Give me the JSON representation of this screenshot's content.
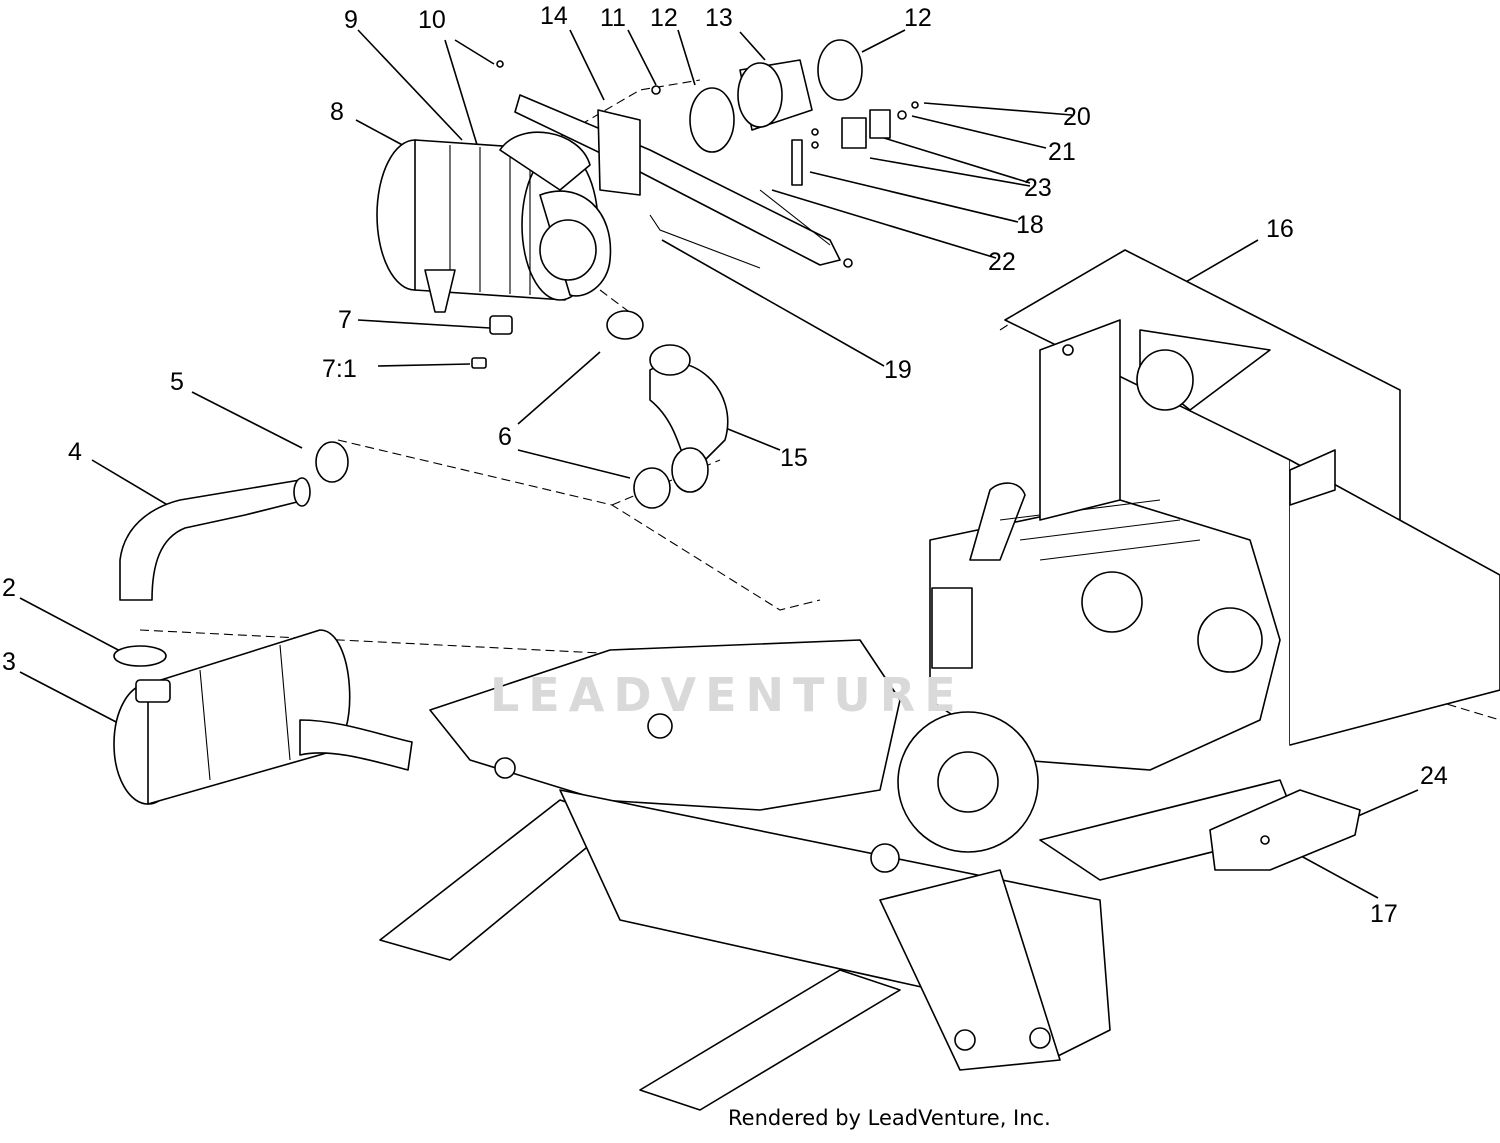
{
  "callouts": [
    {
      "label": "9"
    },
    {
      "label": "10"
    },
    {
      "label": "14"
    },
    {
      "label": "11"
    },
    {
      "label": "12"
    },
    {
      "label": "13"
    },
    {
      "label": "12"
    },
    {
      "label": "8"
    },
    {
      "label": "20"
    },
    {
      "label": "21"
    },
    {
      "label": "23"
    },
    {
      "label": "18"
    },
    {
      "label": "22"
    },
    {
      "label": "16"
    },
    {
      "label": "7"
    },
    {
      "label": "7:1"
    },
    {
      "label": "19"
    },
    {
      "label": "5"
    },
    {
      "label": "4"
    },
    {
      "label": "6"
    },
    {
      "label": "15"
    },
    {
      "label": "2"
    },
    {
      "label": "3"
    },
    {
      "label": "24"
    },
    {
      "label": "17"
    }
  ],
  "watermark": "LEADVENTURE",
  "footer": "Rendered by LeadVenture, Inc."
}
